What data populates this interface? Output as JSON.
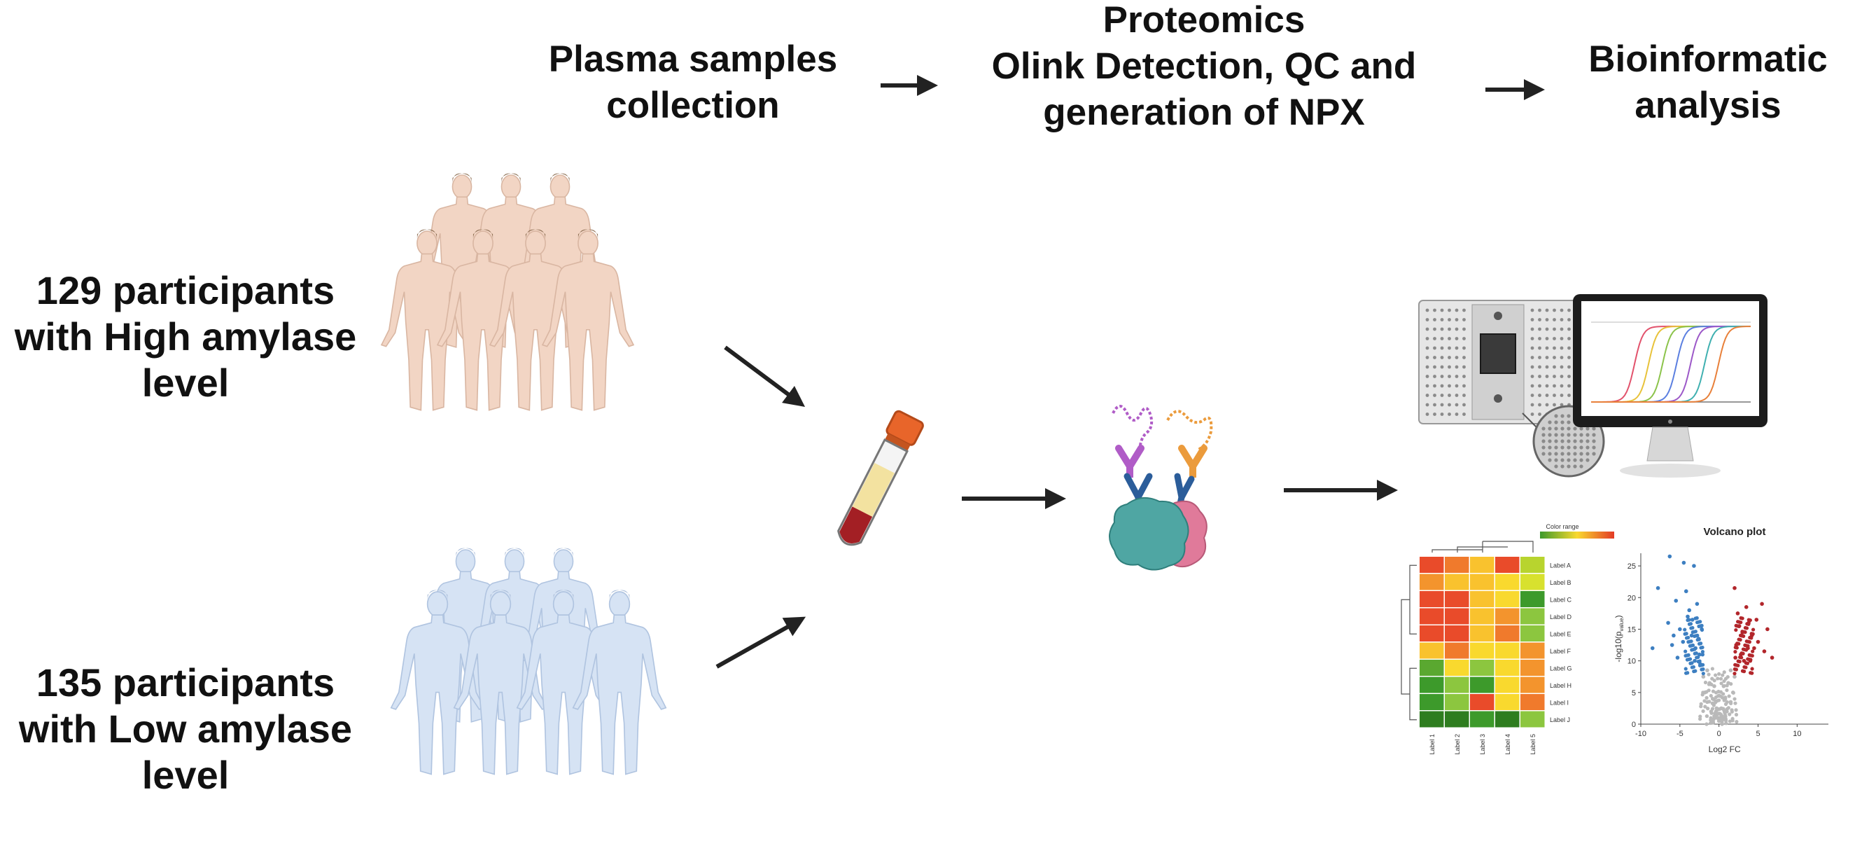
{
  "headers": {
    "plasma": [
      "Plasma samples",
      "collection"
    ],
    "proteomics": [
      "Proteomics",
      "Olink Detection, QC and",
      "generation of NPX"
    ],
    "bioinformatic": [
      "Bioinformatic",
      "analysis"
    ]
  },
  "groups": {
    "high": [
      "129 participants",
      "with High amylase",
      "level"
    ],
    "low": [
      "135 participants",
      "with Low amylase",
      "level"
    ]
  },
  "colors": {
    "high_group": "#f2d5c4",
    "low_group": "#d6e3f4",
    "tube_cap": "#e8652a",
    "blood": "#a31f24",
    "plasma": "#f3e2a0",
    "protein_teal": "#4fa6a3",
    "protein_pink": "#e07a9a",
    "antibody_purple": "#b05cc7",
    "antibody_orange": "#eb9b3c",
    "antibody_blue": "#2b5d9a",
    "volcano_up": "#b2262b",
    "volcano_down": "#3d7fc1",
    "volcano_ns": "#b9b9b9"
  },
  "heatmap": {
    "color_range_label": "Color range",
    "row_labels": [
      "Label A",
      "Label B",
      "Label C",
      "Label D",
      "Label E",
      "Label F",
      "Label G",
      "Label H",
      "Label I",
      "Label J"
    ],
    "col_labels": [
      "Label 1",
      "Label 2",
      "Label 3",
      "Label 4",
      "Label 5"
    ],
    "cells": [
      [
        "#e94b2a",
        "#f07a2c",
        "#f9c22e",
        "#e94b2a",
        "#b8d42e"
      ],
      [
        "#f3942d",
        "#f9c22e",
        "#f9c22e",
        "#f9d92e",
        "#d8e12e"
      ],
      [
        "#e94b2a",
        "#e94b2a",
        "#f9c22e",
        "#f9d92e",
        "#3d9a2b"
      ],
      [
        "#e94b2a",
        "#e94b2a",
        "#f9c22e",
        "#f3942d",
        "#8cc63f"
      ],
      [
        "#e94b2a",
        "#e94b2a",
        "#f9c22e",
        "#f07a2c",
        "#8cc63f"
      ],
      [
        "#f9c22e",
        "#f07a2c",
        "#f9d92e",
        "#f9d92e",
        "#f3942d"
      ],
      [
        "#5aa830",
        "#f9d92e",
        "#8cc63f",
        "#f9d92e",
        "#f3942d"
      ],
      [
        "#3d9a2b",
        "#8cc63f",
        "#3d9a2b",
        "#f9d92e",
        "#f3942d"
      ],
      [
        "#3d9a2b",
        "#8cc63f",
        "#e94b2a",
        "#f9d92e",
        "#f07a2c"
      ],
      [
        "#2e7d1f",
        "#2e7d1f",
        "#3d9a2b",
        "#2e7d1f",
        "#8cc63f"
      ]
    ]
  },
  "volcano": {
    "title": "Volcano plot",
    "xlabel": "Log2 FC",
    "ylabel": "-log10(p",
    "ylabel_sub": "value",
    "ylabel_end": ")",
    "x_ticks": [
      "-10",
      "-5",
      "0",
      "5",
      "10"
    ],
    "y_ticks": [
      "0",
      "5",
      "10",
      "15",
      "20",
      "25"
    ]
  },
  "chart_data": {
    "type": "scatter",
    "title": "Volcano plot",
    "xlabel": "Log2 FC",
    "ylabel": "-log10(p_value)",
    "xlim": [
      -10,
      14
    ],
    "ylim": [
      0,
      27
    ],
    "series": [
      {
        "values": [
          [
            -7.8,
            21.5
          ],
          [
            -6.3,
            26.5
          ],
          [
            -5.5,
            19.5
          ],
          [
            -4.5,
            25.5
          ],
          [
            -3.2,
            25
          ],
          [
            -6.5,
            16
          ],
          [
            -5,
            15
          ],
          [
            -4,
            17
          ],
          [
            -3.5,
            14
          ],
          [
            -2.8,
            19
          ],
          [
            -2.2,
            15
          ],
          [
            -3,
            12
          ],
          [
            -2.5,
            11
          ],
          [
            -4.6,
            13
          ],
          [
            -6,
            12.5
          ],
          [
            -8.5,
            12
          ],
          [
            -5.3,
            10.5
          ],
          [
            -2.1,
            11
          ],
          [
            -3.8,
            18
          ],
          [
            -4.2,
            21
          ],
          [
            -2.6,
            13.5
          ],
          [
            -3.4,
            16.5
          ],
          [
            -5.8,
            14
          ],
          [
            -2.4,
            9.5
          ],
          [
            -3.1,
            10
          ]
        ]
      },
      {
        "values": [
          [
            2,
            21.5
          ],
          [
            3.8,
            16
          ],
          [
            5.5,
            19
          ],
          [
            6.2,
            15
          ],
          [
            4.5,
            12
          ],
          [
            3,
            14.5
          ],
          [
            2.4,
            17.5
          ],
          [
            2.8,
            11
          ],
          [
            4,
            10
          ],
          [
            5,
            13
          ],
          [
            2.2,
            12.5
          ],
          [
            3.5,
            18.5
          ],
          [
            6.8,
            10.5
          ],
          [
            4.8,
            16.5
          ],
          [
            3.2,
            10
          ],
          [
            2.6,
            15.5
          ],
          [
            5.8,
            11.5
          ],
          [
            2.1,
            10.5
          ],
          [
            4.2,
            14
          ],
          [
            3.7,
            12
          ]
        ]
      },
      {
        "values": [
          [
            0,
            0.5
          ],
          [
            0.5,
            1
          ],
          [
            -0.5,
            1
          ],
          [
            1,
            2
          ],
          [
            -1,
            2
          ],
          [
            1.5,
            3.5
          ],
          [
            -1.5,
            3.5
          ],
          [
            0.3,
            2.5
          ],
          [
            -0.3,
            2.5
          ],
          [
            1.8,
            5
          ],
          [
            -1.8,
            5
          ],
          [
            0.8,
            4
          ],
          [
            -0.8,
            4
          ],
          [
            1.2,
            6.5
          ],
          [
            -1.2,
            6.5
          ],
          [
            0,
            4.5
          ],
          [
            2,
            7.5
          ],
          [
            -2,
            7.5
          ],
          [
            0.6,
            6
          ],
          [
            -0.6,
            6
          ],
          [
            1.5,
            8.5
          ],
          [
            -1.5,
            8.5
          ]
        ]
      }
    ]
  }
}
